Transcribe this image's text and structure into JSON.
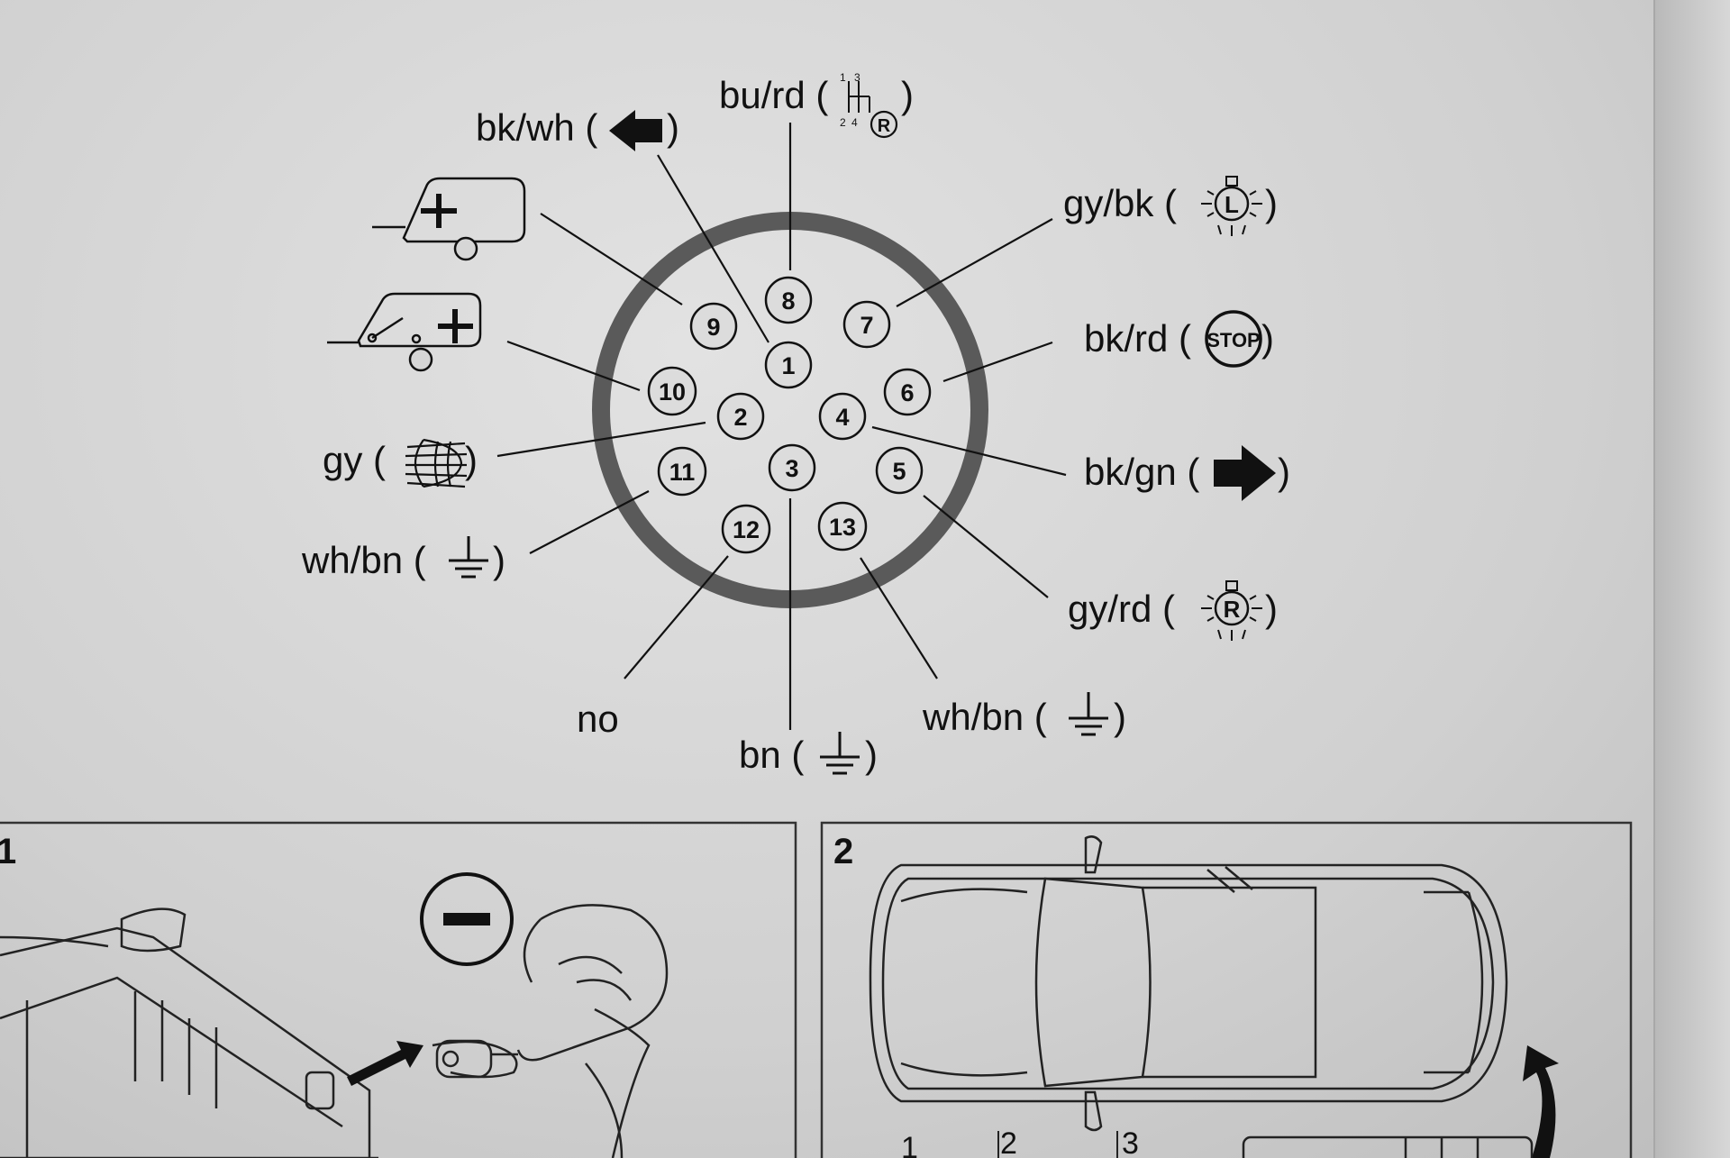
{
  "diagram": {
    "pins": [
      {
        "number": "1"
      },
      {
        "number": "2"
      },
      {
        "number": "3"
      },
      {
        "number": "4"
      },
      {
        "number": "5"
      },
      {
        "number": "6"
      },
      {
        "number": "7"
      },
      {
        "number": "8"
      },
      {
        "number": "9"
      },
      {
        "number": "10"
      },
      {
        "number": "11"
      },
      {
        "number": "12"
      },
      {
        "number": "13"
      }
    ],
    "labels": [
      {
        "pin": "1",
        "text": "bk/wh (",
        "close": ")",
        "icon": "left-arrow-icon"
      },
      {
        "pin": "8",
        "text": "bu/rd (",
        "close": ")",
        "icon": "gear-shift-icon"
      },
      {
        "pin": "7",
        "text": "gy/bk (",
        "close": ")",
        "icon": "lamp-l-icon"
      },
      {
        "pin": "6",
        "text": "bk/rd (",
        "close": ")",
        "icon": "stop-icon"
      },
      {
        "pin": "4",
        "text": "bk/gn (",
        "close": ")",
        "icon": "right-arrow-icon"
      },
      {
        "pin": "5",
        "text": "gy/rd (",
        "close": ")",
        "icon": "lamp-r-icon"
      },
      {
        "pin": "13",
        "text": "wh/bn (",
        "close": ")",
        "icon": "ground-icon"
      },
      {
        "pin": "3",
        "text": "bn (",
        "close": ")",
        "icon": "ground-icon"
      },
      {
        "pin": "12",
        "text": "no"
      },
      {
        "pin": "11",
        "text": "wh/bn (",
        "close": ")",
        "icon": "ground-icon"
      },
      {
        "pin": "2",
        "text": "gy (",
        "close": ")",
        "icon": "fog-light-icon"
      }
    ],
    "trailer_icons": [
      "trailer-plus-icon",
      "trailer-switch-plus-icon"
    ],
    "gear_icon_digits": [
      "1",
      "3",
      "2",
      "4",
      "R"
    ],
    "lamp_letters": [
      "L",
      "R"
    ],
    "stop_text": "STOP"
  },
  "panels": [
    {
      "number": "1",
      "icon": "minus-circle-icon"
    },
    {
      "number": "2",
      "icon": "car-top-view-icon",
      "steps": [
        "1",
        "2",
        "3"
      ]
    }
  ]
}
